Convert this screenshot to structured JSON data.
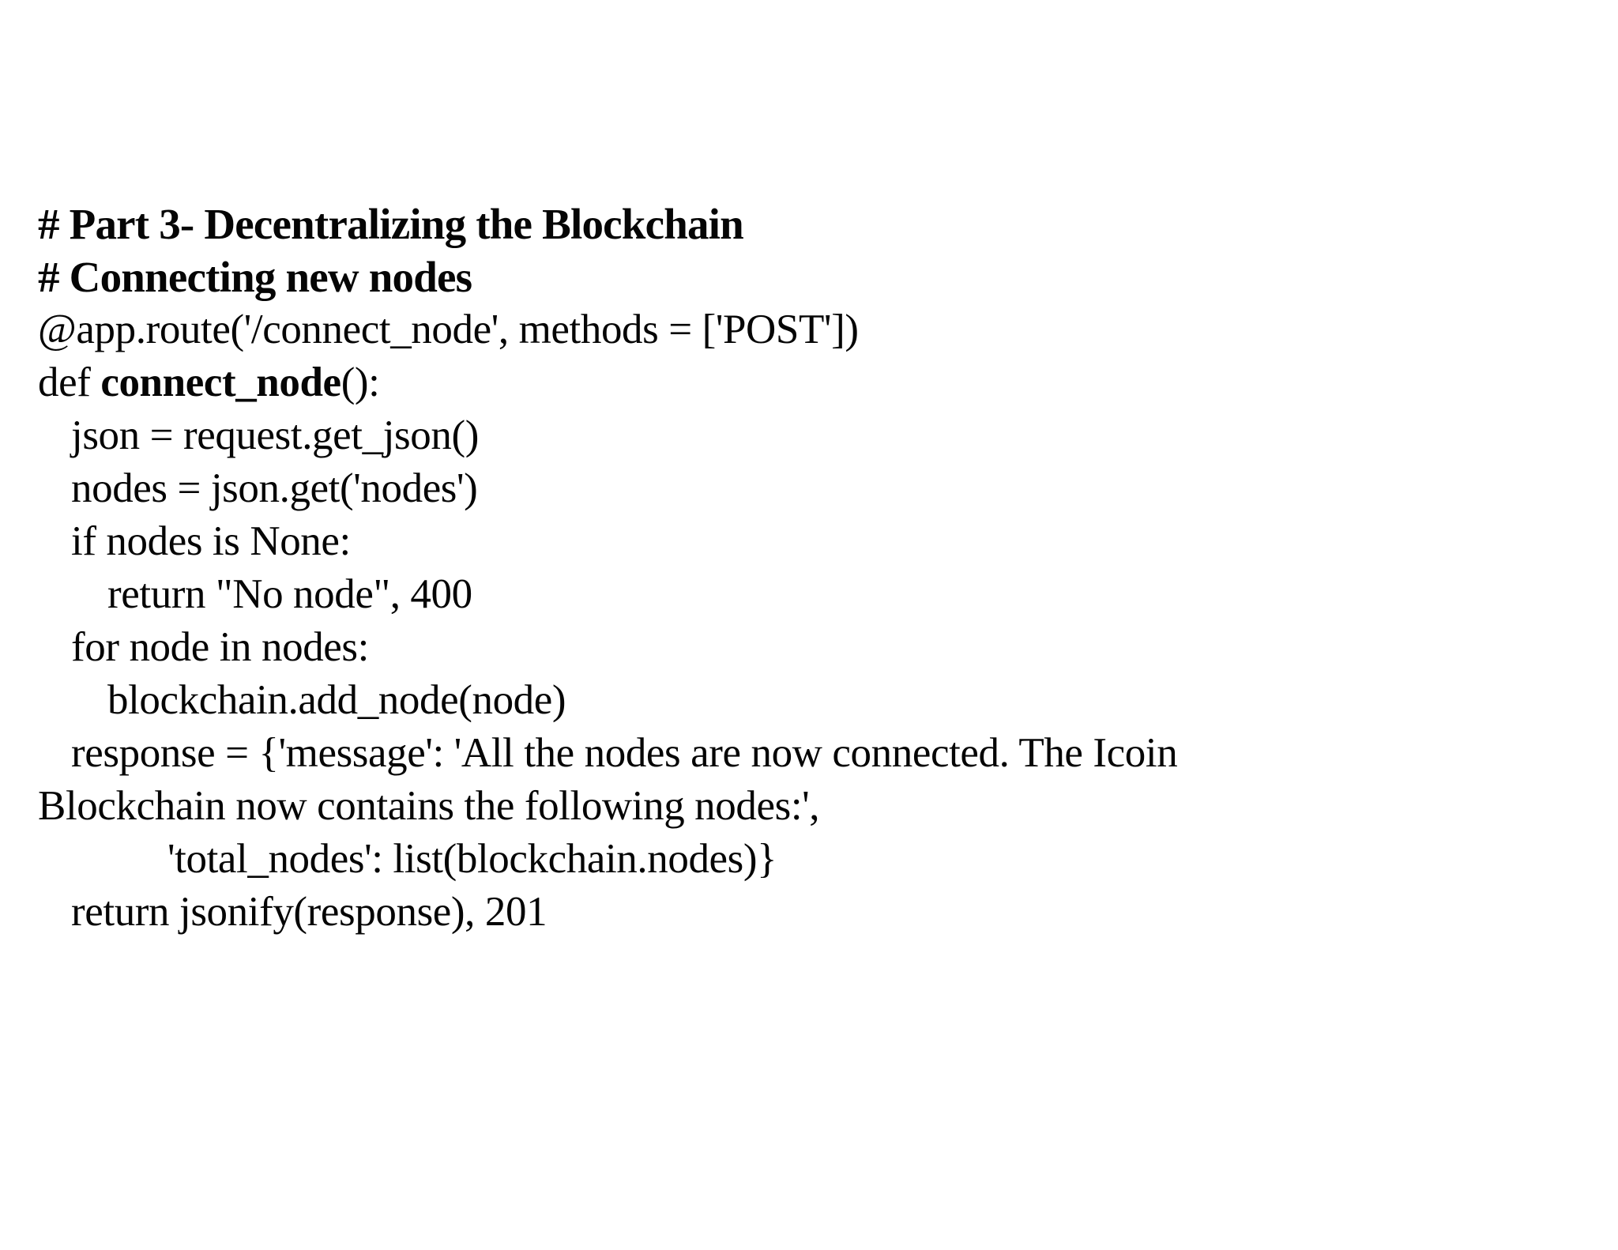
{
  "document": {
    "background_color": "#ffffff",
    "text_color": "#050505",
    "title": "# Part 3- Decentralizing the Blockchain"
  },
  "code": {
    "lines": [
      {
        "id": "heading-part3",
        "text": "# Part 3- Decentralizing the Blockchain",
        "style": "heading",
        "indent": 0
      },
      {
        "id": "heading-connecting-new-nodes",
        "text": "# Connecting new nodes",
        "style": "heading",
        "indent": 0
      },
      {
        "id": "route-decorator",
        "text": "@app.route('/connect_node', methods = ['POST'])",
        "style": "code",
        "indent": 0
      },
      {
        "id": "def-connect-node",
        "style": "code-mixed",
        "indent": 0,
        "segments": [
          {
            "text": "def ",
            "weight": "regular"
          },
          {
            "text": "connect_node",
            "weight": "bold"
          },
          {
            "text": "():",
            "weight": "regular"
          }
        ]
      },
      {
        "id": "json-assign",
        "text": "json = request.get_json()",
        "style": "code",
        "indent": 1
      },
      {
        "id": "nodes-assign",
        "text": "nodes = json.get('nodes')",
        "style": "code",
        "indent": 1
      },
      {
        "id": "if-nodes-none",
        "text": "if nodes is None:",
        "style": "code",
        "indent": 1
      },
      {
        "id": "return-no-node",
        "text": "return \"No node\", 400",
        "style": "code",
        "indent": 2
      },
      {
        "id": "for-node-in-nodes",
        "text": "for node in nodes:",
        "style": "code",
        "indent": 1
      },
      {
        "id": "add-node-call",
        "text": "blockchain.add_node(node)",
        "style": "code",
        "indent": 2
      },
      {
        "id": "response-assign",
        "text": "response = {'message': 'All the nodes are now connected. The Icoin",
        "style": "code",
        "indent": 1
      },
      {
        "id": "response-wrap",
        "text": "Blockchain now contains the following nodes:',",
        "style": "code",
        "indent": 0
      },
      {
        "id": "total-nodes-entry",
        "text": "'total_nodes': list(blockchain.nodes)}",
        "style": "code",
        "indent": 4
      },
      {
        "id": "return-jsonify",
        "text": "return jsonify(response), 201",
        "style": "code",
        "indent": 1
      }
    ]
  }
}
